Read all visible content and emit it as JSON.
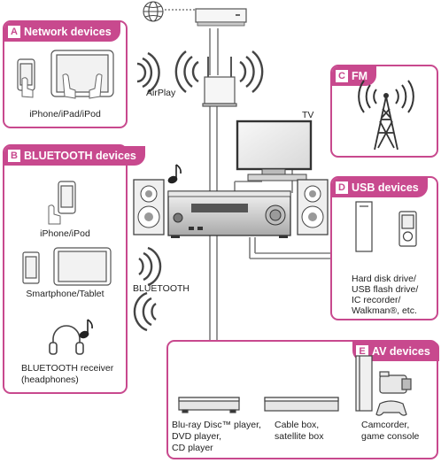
{
  "boxes": {
    "network": {
      "badge": "A",
      "title": "Network devices",
      "device_label": "iPhone/iPad/iPod"
    },
    "bluetooth": {
      "badge": "B",
      "title": "BLUETOOTH devices",
      "phone_label": "iPhone/iPod",
      "tablet_label": "Smartphone/Tablet",
      "receiver_label_1": "BLUETOOTH receiver",
      "receiver_label_2": "(headphones)"
    },
    "fm": {
      "badge": "C",
      "title": "FM"
    },
    "usb": {
      "badge": "D",
      "title": "USB devices",
      "lines": [
        "Hard disk drive/",
        "USB flash drive/",
        "IC recorder/",
        "Walkman®, etc."
      ]
    },
    "av": {
      "badge": "E",
      "title": "AV devices",
      "bluray_lines": [
        "Blu-ray Disc™ player,",
        "DVD player,",
        "CD player"
      ],
      "cable_lines": [
        "Cable box,",
        "satellite box"
      ],
      "camcorder_lines": [
        "Camcorder,",
        "game console"
      ]
    }
  },
  "labels": {
    "airplay": "AirPlay",
    "tv": "TV",
    "bluetooth": "BLUETOOTH"
  },
  "icons": {
    "globe": "globe-icon",
    "router": "router-icon",
    "wireless_access_point": "wireless-access-point-icon",
    "tv": "tv-icon",
    "av_receiver": "av-receiver-icon",
    "speaker": "speaker-icon",
    "music_note": "music-note-icon",
    "fm_antenna": "fm-antenna-icon",
    "headphones": "headphones-icon"
  },
  "colors": {
    "accent": "#c8498e",
    "line": "#9a9a9a",
    "device": "#555555"
  }
}
